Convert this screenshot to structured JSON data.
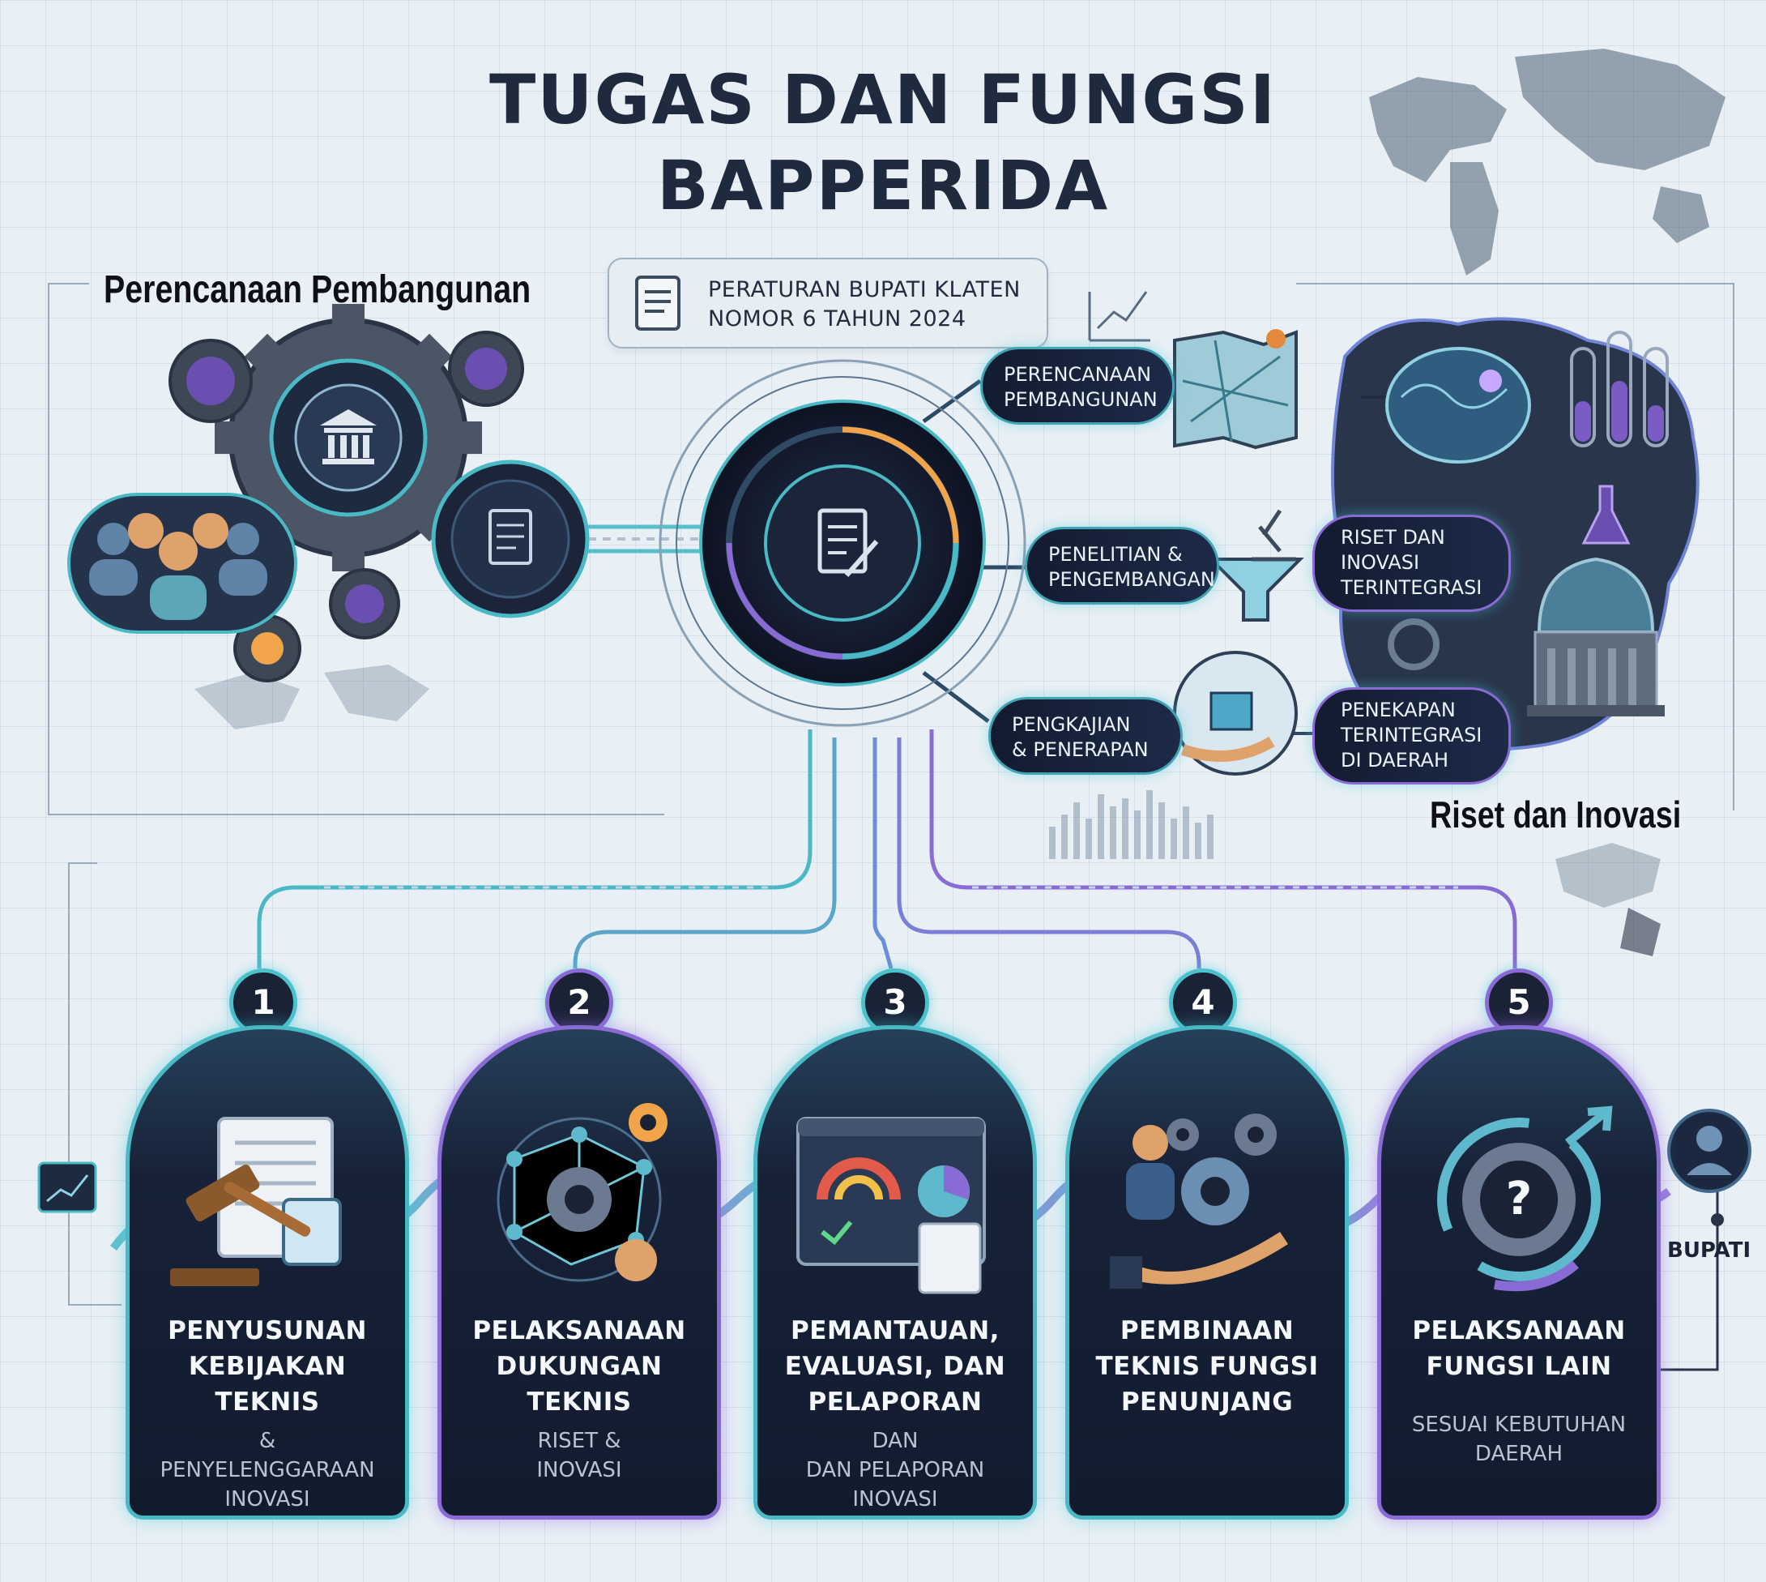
{
  "title": {
    "line1": "TUGAS DAN FUNGSI",
    "line2": "BAPPERIDA"
  },
  "regulation": {
    "line1": "PERATURAN BUPATI KLATEN",
    "line2": "NOMOR 6 TAHUN 2024"
  },
  "sections": {
    "left": "Perencanaan Pembangunan",
    "right": "Riset dan Inovasi"
  },
  "hub_outputs": [
    {
      "lines": [
        "PERENCANAAN",
        "PEMBANGUNAN"
      ]
    },
    {
      "lines": [
        "PENELITIAN &",
        "PENGEMBANGAN"
      ]
    },
    {
      "lines": [
        "PENGKAJIAN",
        "& PENERAPAN"
      ]
    }
  ],
  "results": [
    {
      "lines": [
        "RISET DAN",
        "INOVASI",
        "TERINTEGRASI"
      ]
    },
    {
      "lines": [
        "PENEKAPAN",
        "TERINTEGRASI",
        "DI DAERAH"
      ]
    }
  ],
  "functions": [
    {
      "number": "1",
      "title": [
        "PENYUSUNAN",
        "KEBIJAKAN",
        "TEKNIS"
      ],
      "sub": [
        "&",
        "PENYELENGGARAAN",
        "INOVASI"
      ]
    },
    {
      "number": "2",
      "title": [
        "PELAKSANAAN",
        "DUKUNGAN",
        "TEKNIS"
      ],
      "sub": [
        "RISET &",
        "INOVASI"
      ]
    },
    {
      "number": "3",
      "title": [
        "PEMANTAUAN,",
        "EVALUASI, DAN",
        "PELAPORAN"
      ],
      "sub": [
        "DAN",
        "DAN PELAPORAN",
        "INOVASI"
      ]
    },
    {
      "number": "4",
      "title": [
        "PEMBINAAN",
        "TEKNIS FUNGSI",
        "PENUNJANG"
      ],
      "sub": []
    },
    {
      "number": "5",
      "title": [
        "PELAKSANAAN",
        "FUNGSI LAIN"
      ],
      "sub": [
        "SESUAI KEBUTUHAN",
        "DAERAH"
      ]
    }
  ],
  "bupati": "BUPATI",
  "colors": {
    "teal": "#49b9c6",
    "purple": "#8a6bd6",
    "navy": "#131b30",
    "title": "#202a3f"
  },
  "icons": [
    "gear-icon",
    "government-building-icon",
    "people-group-icon",
    "document-icon",
    "pen-icon",
    "brain-icon",
    "test-tube-icon",
    "microscope-icon",
    "funnel-icon",
    "map-icon",
    "observatory-icon",
    "gavel-icon",
    "network-icon",
    "headset-operator-icon",
    "dashboard-icon",
    "pie-chart-icon",
    "businessman-icon",
    "hand-icon",
    "question-gear-icon",
    "person-icon",
    "growth-chart-icon"
  ]
}
